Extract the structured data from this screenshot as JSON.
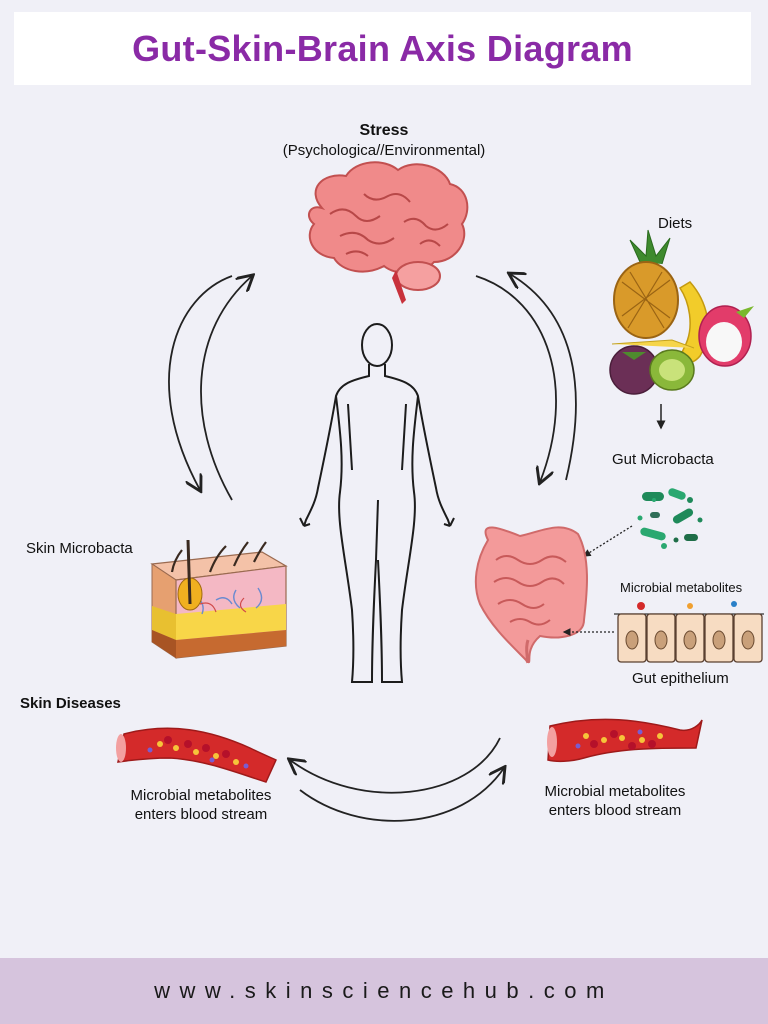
{
  "title": "Gut-Skin-Brain Axis Diagram",
  "stress": {
    "label": "Stress",
    "sublabel": "(Psychologica//Environmental)"
  },
  "diets_label": "Diets",
  "gut_microbacta_label": "Gut Microbacta",
  "skin_microbacta_label": "Skin Microbacta",
  "microbial_metabolites_label": "Microbial metabolites",
  "gut_epithelium_label": "Gut epithelium",
  "skin_diseases_label": "Skin Diseases",
  "left_blood": {
    "line1": "Microbial metabolites",
    "line2": "enters blood stream"
  },
  "right_blood": {
    "line1": "Microbial metabolites",
    "line2": "enters blood stream"
  },
  "footer_url": "www.skinsciencehub.com",
  "colors": {
    "title": "#8a2aa6",
    "footer_bg": "#d6c4dd",
    "brain": "#f08a8a",
    "vessel": "#d42a2a",
    "intestine": "#f39a9a"
  }
}
